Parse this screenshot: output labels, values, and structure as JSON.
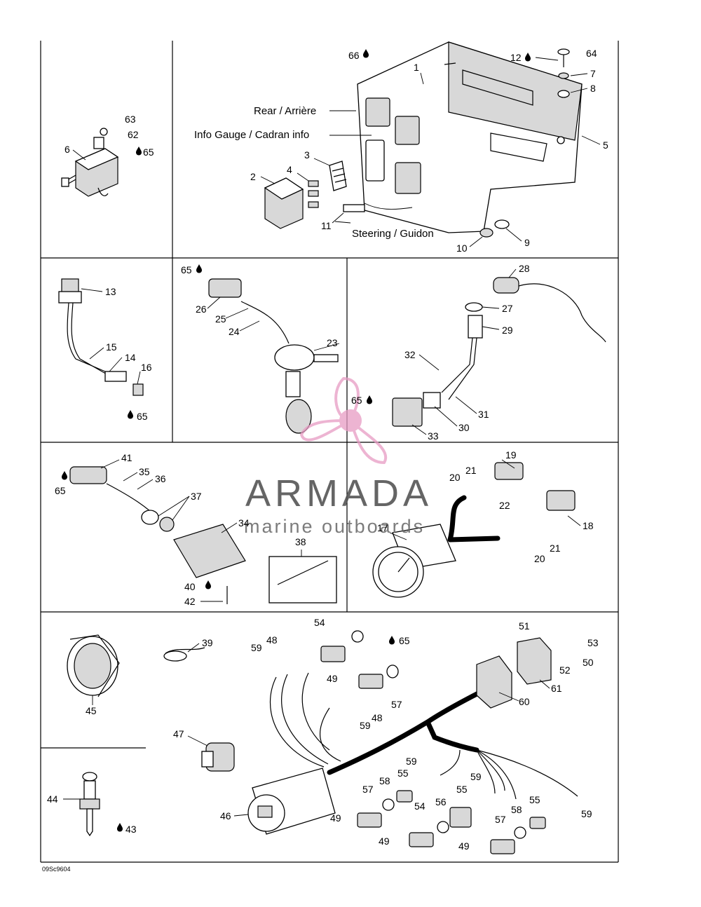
{
  "labels": {
    "rear": "Rear / Arrière",
    "info_gauge": "Info Gauge / Cadran info",
    "steering": "Steering / Guidon"
  },
  "drawing_code": "09Sc9604",
  "watermark": {
    "brand": "ARMADA",
    "tagline": "marine outboards",
    "accent_color": "#e79bc3"
  },
  "callouts": {
    "p1": "1",
    "p2": "2",
    "p3": "3",
    "p4": "4",
    "p5": "5",
    "p6": "6",
    "p7": "7",
    "p8": "8",
    "p9": "9",
    "p10": "10",
    "p11": "11",
    "p12": "12",
    "p13": "13",
    "p14": "14",
    "p15": "15",
    "p16": "16",
    "p17": "17",
    "p18": "18",
    "p19": "19",
    "p20a": "20",
    "p20b": "20",
    "p21a": "21",
    "p21b": "21",
    "p22": "22",
    "p23": "23",
    "p24": "24",
    "p25": "25",
    "p26": "26",
    "p27": "27",
    "p28": "28",
    "p29": "29",
    "p30": "30",
    "p31": "31",
    "p32": "32",
    "p33": "33",
    "p34": "34",
    "p35": "35",
    "p36": "36",
    "p37": "37",
    "p38": "38",
    "p39": "39",
    "p40": "40",
    "p41": "41",
    "p42": "42",
    "p43": "43",
    "p44": "44",
    "p45": "45",
    "p46": "46",
    "p47": "47",
    "p48a": "48",
    "p48b": "48",
    "p49a": "49",
    "p49b": "49",
    "p49c": "49",
    "p49d": "49",
    "p50": "50",
    "p51": "51",
    "p52": "52",
    "p53": "53",
    "p54a": "54",
    "p54b": "54",
    "p55a": "55",
    "p55b": "55",
    "p55c": "55",
    "p56": "56",
    "p57a": "57",
    "p57b": "57",
    "p57c": "57",
    "p58a": "58",
    "p58b": "58",
    "p59a": "59",
    "p59b": "59",
    "p59c": "59",
    "p59d": "59",
    "p59e": "59",
    "p60": "60",
    "p61": "61",
    "p62": "62",
    "p63": "63",
    "p64": "64",
    "p65a": "65",
    "p65b": "65",
    "p65c": "65",
    "p65d": "65",
    "p65e": "65",
    "p65f": "65",
    "p66": "66"
  }
}
